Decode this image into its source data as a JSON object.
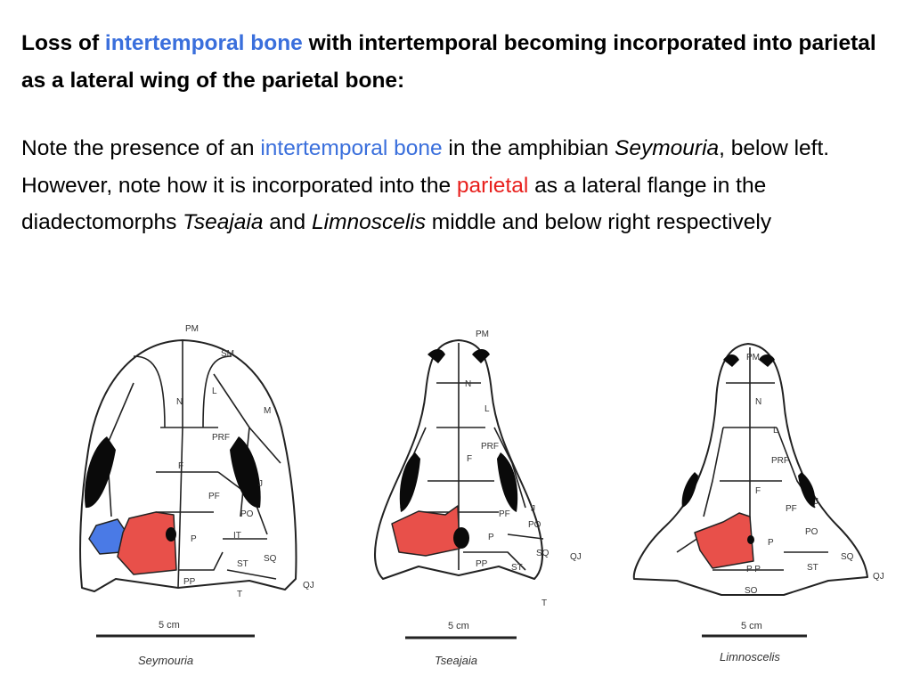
{
  "heading": {
    "prefix": "Loss of ",
    "highlight": "intertemporal bone",
    "suffix": " with intertemporal becoming incorporated into parietal as a lateral wing of the parietal bone:"
  },
  "body": {
    "p1": "Note the presence of an ",
    "p2": "intertemporal bone",
    "p3": " in the amphibian ",
    "p4": "Seymouria",
    "p5": ", below left.  However, note how it is incorporated into the ",
    "p6": "parietal",
    "p7": " as a lateral flange in the diadectomorphs ",
    "p8": "Tseajaia",
    "p9": " and ",
    "p10": "Limnoscelis",
    "p11": " middle and below right respectively"
  },
  "colors": {
    "blue": "#3a6fdc",
    "red": "#e8201d"
  },
  "skulls": [
    {
      "name": "Seymouria",
      "scale": "5 cm",
      "labels": {
        "pm": "PM",
        "sm": "SM",
        "l": "L",
        "m": "M",
        "n": "N",
        "prf": "PRF",
        "f": "F",
        "j": "J",
        "pf": "PF",
        "po": "PO",
        "p": "P",
        "it": "IT",
        "sq": "SQ",
        "st": "ST",
        "pp": "PP",
        "qj": "QJ",
        "t": "T"
      }
    },
    {
      "name": "Tseajaia",
      "scale": "5 cm",
      "labels": {
        "pm": "PM",
        "n": "N",
        "l": "L",
        "prf": "PRF",
        "f": "F",
        "pf": "PF",
        "j": "J",
        "po": "PO",
        "p": "P",
        "pp": "PP",
        "st": "ST",
        "sq": "SQ",
        "qj": "QJ",
        "t": "T"
      }
    },
    {
      "name": "Limnoscelis",
      "scale": "5 cm",
      "labels": {
        "pm": "PM",
        "n": "N",
        "l": "L",
        "prf": "PRF",
        "f": "F",
        "pf": "PF",
        "j": "J",
        "po": "PO",
        "p": "P",
        "sq": "SQ",
        "st": "ST",
        "pp": "P P",
        "so": "SO",
        "qj": "QJ"
      }
    }
  ]
}
